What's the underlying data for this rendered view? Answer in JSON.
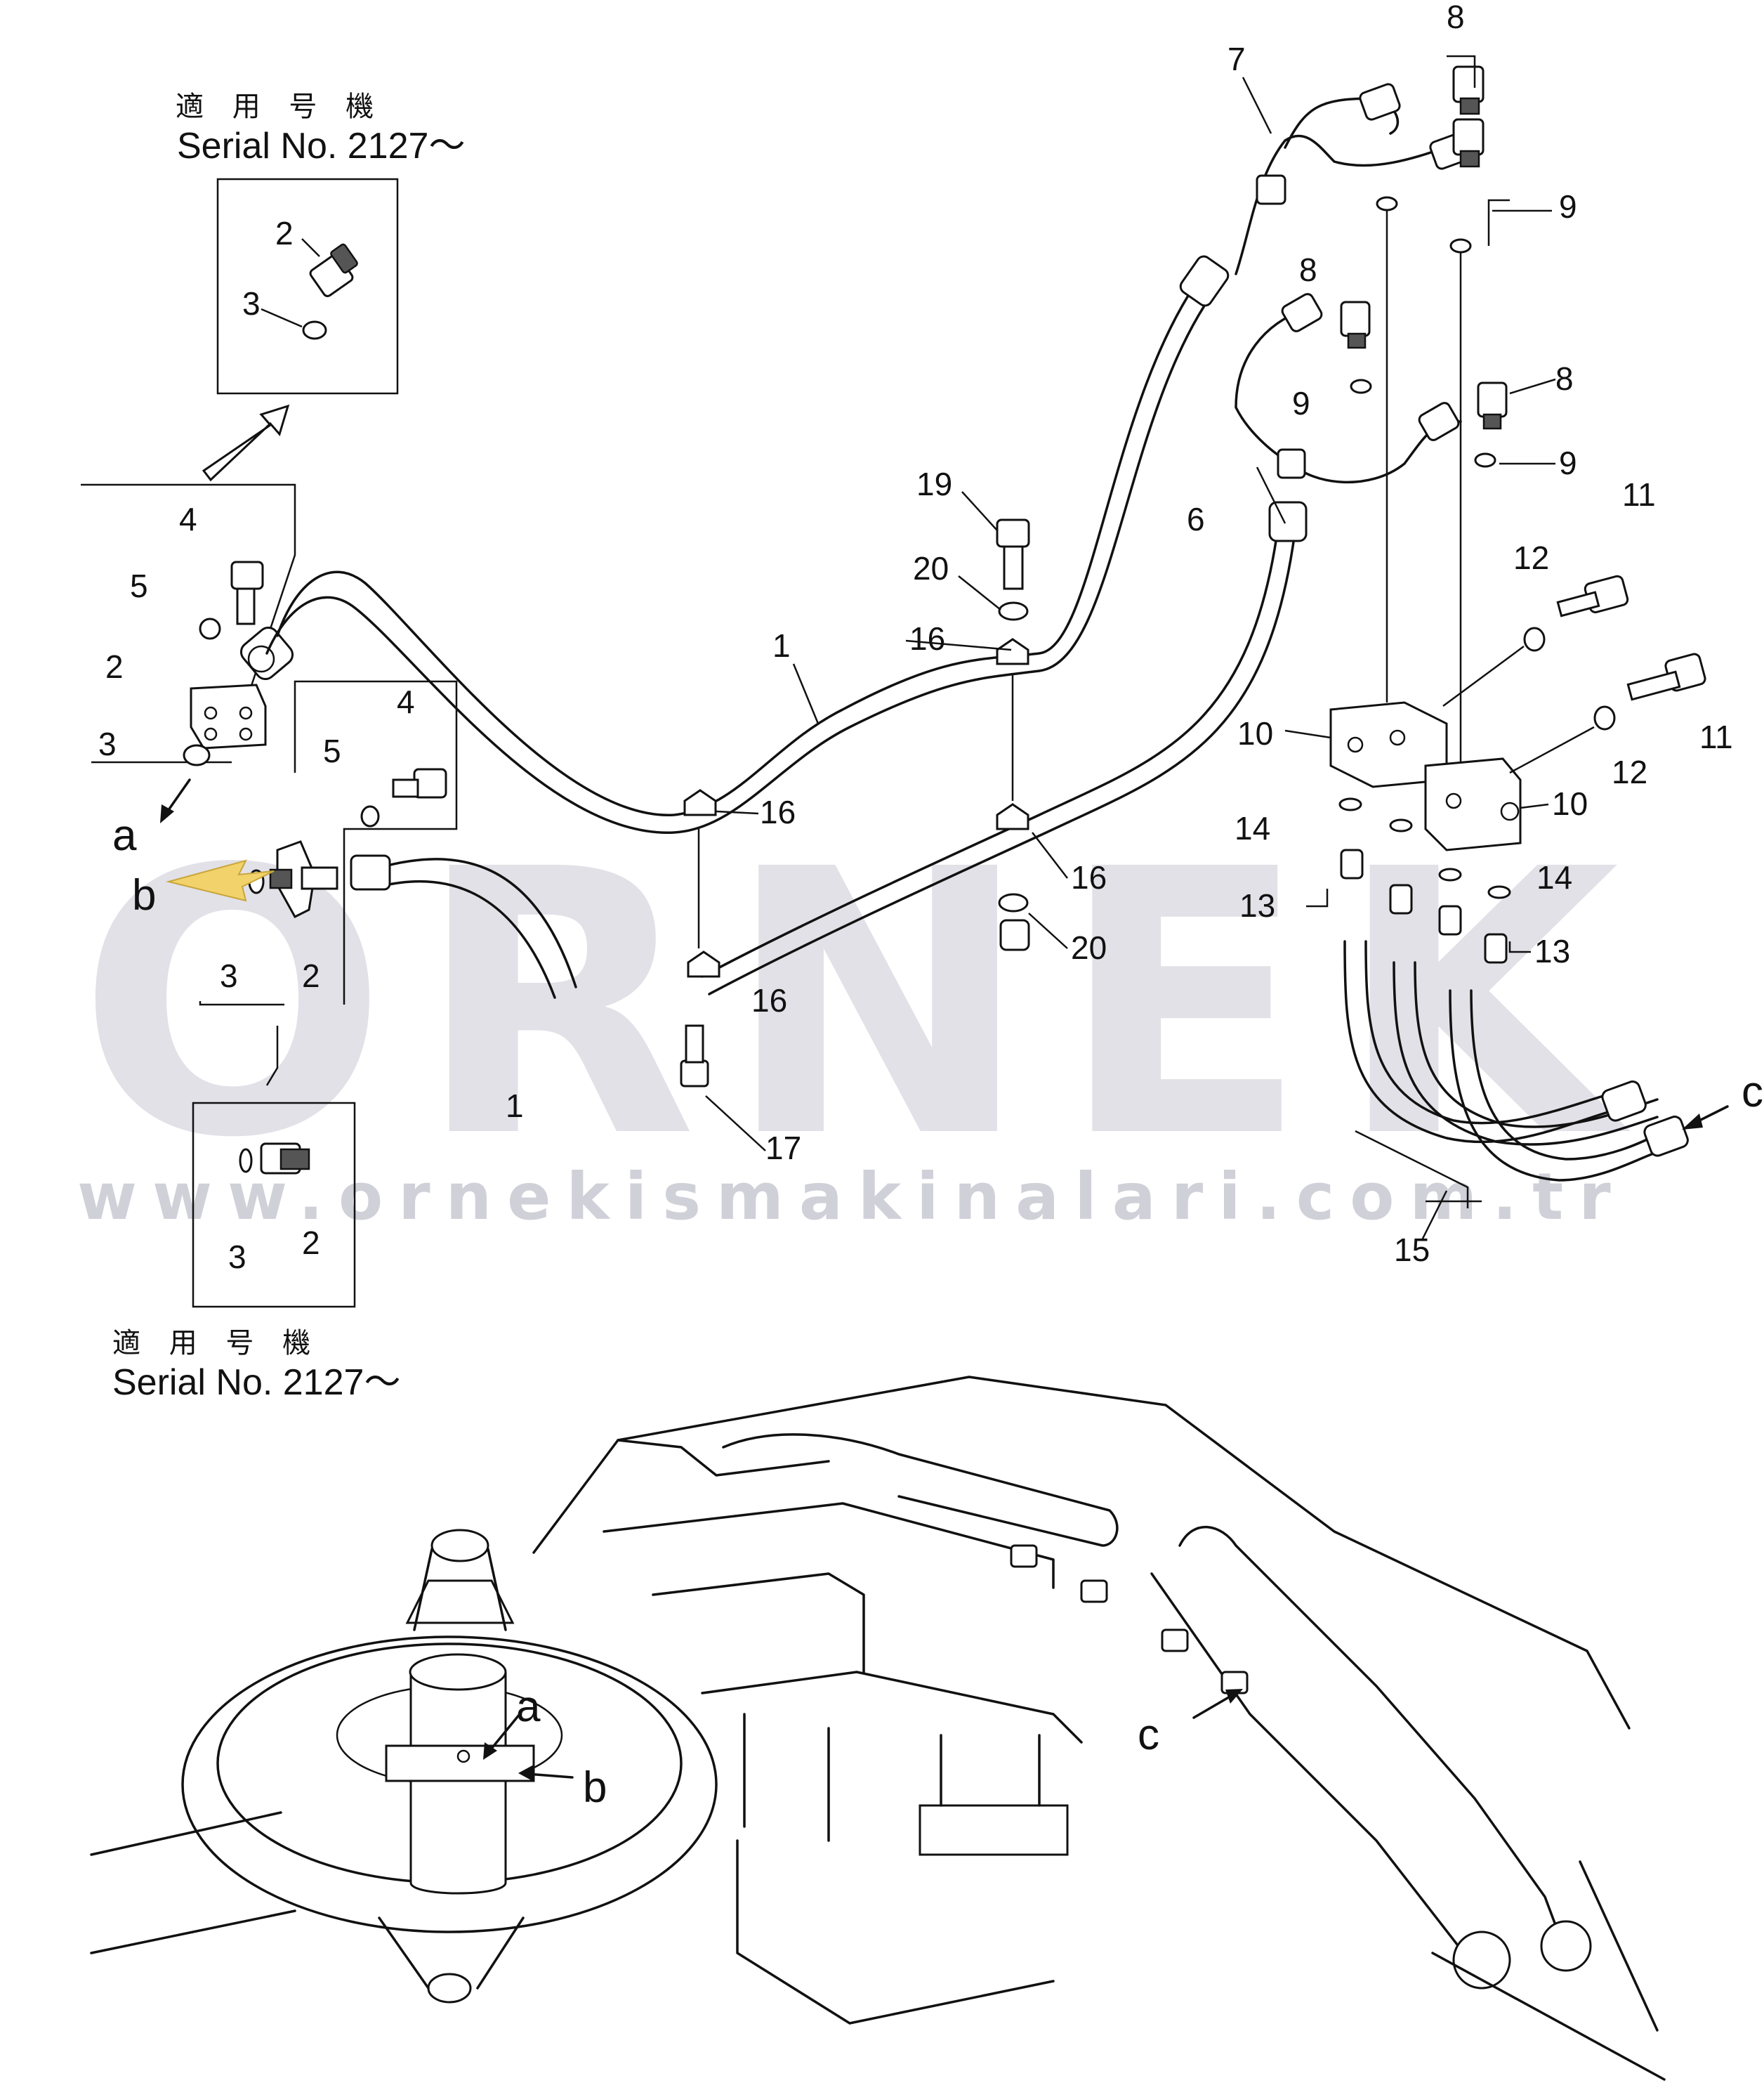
{
  "serial_note_top": {
    "jp": "適 用 号 機",
    "serial": "Serial No. 2127～"
  },
  "serial_note_bottom": {
    "jp": "適 用 号 機",
    "serial": "Serial No. 2127～"
  },
  "watermark": {
    "brand": "ORNEK",
    "url": "www.ornekismakinalari.com.tr"
  },
  "callouts": [
    "1",
    "1",
    "2",
    "2",
    "2",
    "2",
    "3",
    "3",
    "3",
    "3",
    "4",
    "4",
    "5",
    "5",
    "6",
    "7",
    "8",
    "8",
    "8",
    "9",
    "9",
    "9",
    "10",
    "10",
    "11",
    "11",
    "12",
    "12",
    "13",
    "13",
    "14",
    "14",
    "15",
    "16",
    "16",
    "16",
    "16",
    "17",
    "19",
    "20",
    "20"
  ],
  "view_letters": [
    "a",
    "b",
    "c",
    "a",
    "b",
    "c"
  ],
  "colors": {
    "line": "#111111",
    "watermark": "#c9c9d4",
    "arrow_accent": "#f2d36b"
  }
}
